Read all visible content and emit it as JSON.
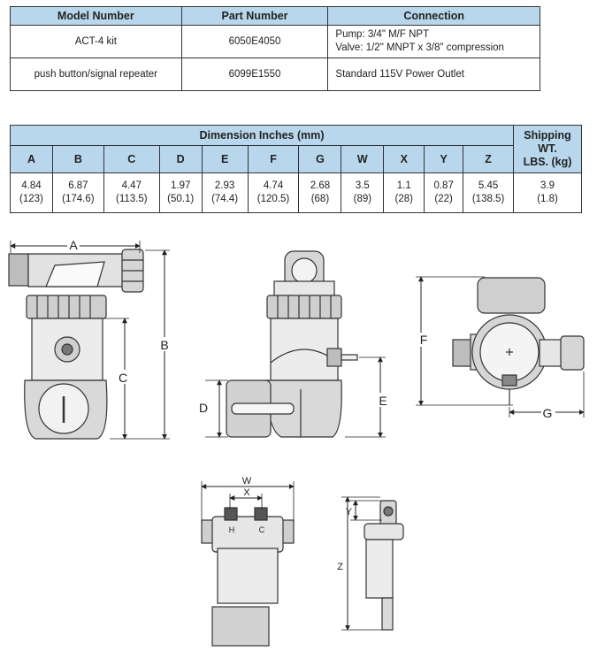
{
  "parts_table": {
    "headers": [
      "Model Number",
      "Part Number",
      "Connection"
    ],
    "rows": [
      {
        "model": "ACT-4 kit",
        "part": "6050E4050",
        "connection": [
          "Pump: 3/4\" M/F NPT",
          "Valve: 1/2\" MNPT x 3/8\" compression"
        ]
      },
      {
        "model": "push button/signal repeater",
        "part": "6099E1550",
        "connection": [
          "Standard 115V Power Outlet"
        ]
      }
    ]
  },
  "dimension_table": {
    "group_header": "Dimension Inches (mm)",
    "shipping_header": [
      "Shipping",
      "WT.",
      "LBS. (kg)"
    ],
    "columns": [
      "A",
      "B",
      "C",
      "D",
      "E",
      "F",
      "G",
      "W",
      "X",
      "Y",
      "Z"
    ],
    "inches": [
      "4.84",
      "6.87",
      "4.47",
      "1.97",
      "2.93",
      "4.74",
      "2.68",
      "3.5",
      "1.1",
      "0.87",
      "5.45"
    ],
    "mm": [
      "(123)",
      "(174.6)",
      "(113.5)",
      "(50.1)",
      "(74.4)",
      "(120.5)",
      "(68)",
      "(89)",
      "(28)",
      "(22)",
      "(138.5)"
    ],
    "shipping_lbs": "3.9",
    "shipping_kg": "(1.8)"
  },
  "drawing_labels": {
    "A": "A",
    "B": "B",
    "C": "C",
    "D": "D",
    "E": "E",
    "F": "F",
    "G": "G",
    "W": "W",
    "X": "X",
    "Y": "Y",
    "Z": "Z",
    "hot": "H",
    "cold": "C"
  }
}
